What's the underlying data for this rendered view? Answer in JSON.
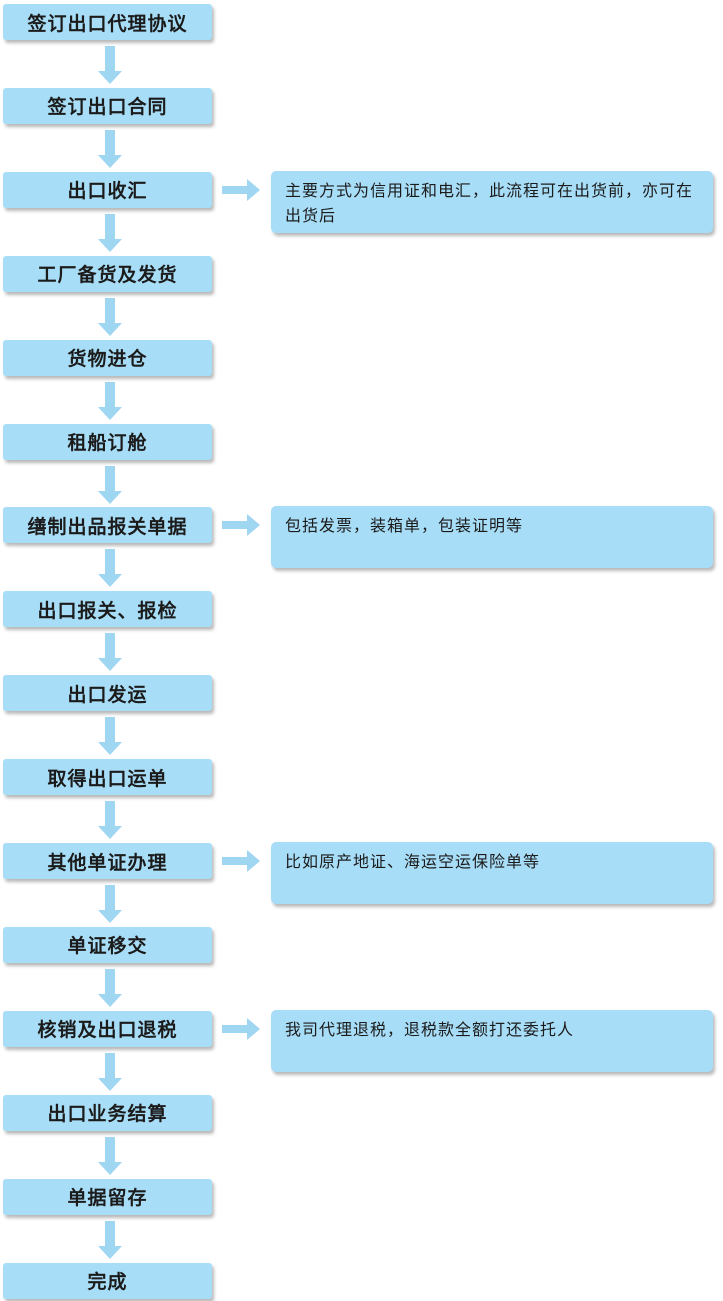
{
  "steps": [
    "签订出口代理协议",
    "签订出口合同",
    "出口收汇",
    "工厂备货及发货",
    "货物进仓",
    "租船订舱",
    "缮制出品报关单据",
    "出口报关、报检",
    "出口发运",
    "取得出口运单",
    "其他单证办理",
    "单证移交",
    "核销及出口退税",
    "出口业务结算",
    "单据留存",
    "完成"
  ],
  "notes": [
    {
      "step": 2,
      "text": "主要方式为信用证和电汇，此流程可在出货前，亦可在出货后"
    },
    {
      "step": 6,
      "text": "包括发票，装箱单，包装证明等"
    },
    {
      "step": 10,
      "text": "比如原产地证、海运空运保险单等"
    },
    {
      "step": 12,
      "text": "我司代理退税，退税款全额打还委托人"
    }
  ],
  "colors": {
    "box_fill": "#a8ddf7",
    "arrow_fill": "#9fd6f2",
    "text": "#1b1b1b"
  },
  "icons": {
    "down_arrow": "down-arrow-icon",
    "right_arrow": "right-arrow-icon"
  }
}
